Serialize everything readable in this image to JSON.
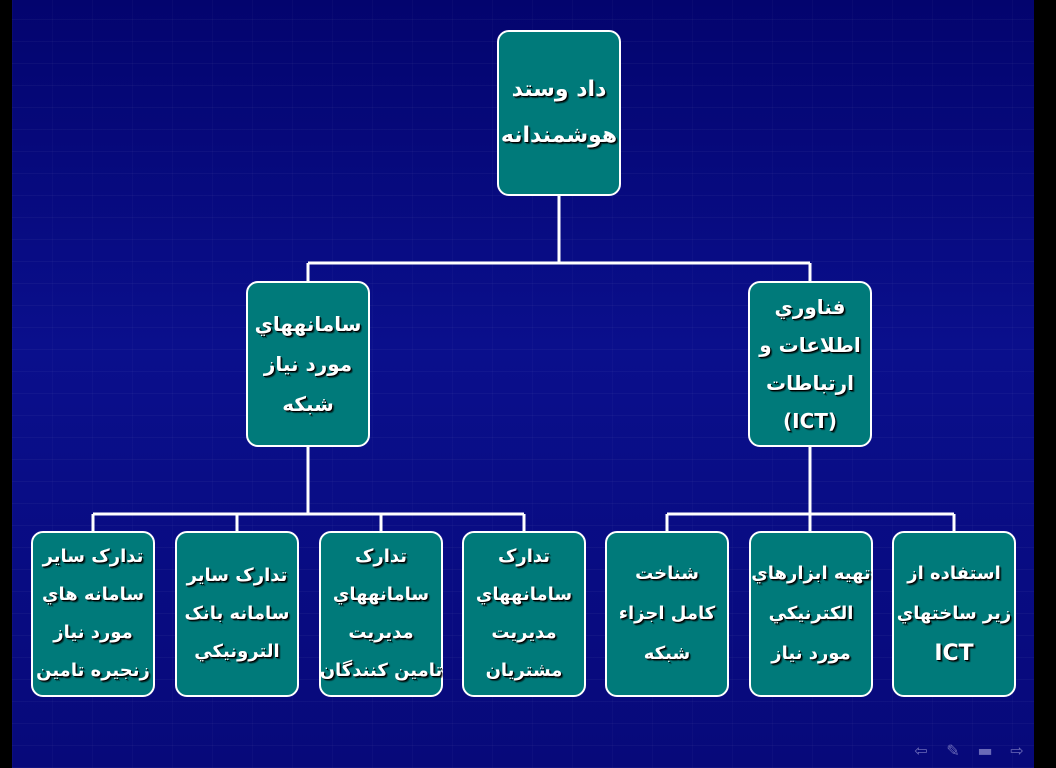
{
  "root": {
    "lines": [
      "داد وستد",
      "هوشمندانه"
    ]
  },
  "branches": [
    {
      "id": "network",
      "lines": [
        "سامانههاي",
        "مورد نياز",
        "شبکه"
      ]
    },
    {
      "id": "ict",
      "lines": [
        "فناوري",
        "اطلاعات و",
        "ارتباطات",
        "(ICT)"
      ]
    }
  ],
  "network_children": [
    {
      "lines": [
        "تدارک ساير",
        "سامانه هاي",
        "مورد نياز",
        "زنجيره تامين"
      ]
    },
    {
      "lines": [
        "تدارک ساير",
        "سامانه بانک",
        "الترونيکي"
      ]
    },
    {
      "lines": [
        "تدارک",
        "سامانههاي",
        "مديريت",
        "تامين کنندگان"
      ]
    },
    {
      "lines": [
        "تدارک",
        "سامانههاي",
        "مديريت",
        "مشتريان"
      ]
    }
  ],
  "ict_children": [
    {
      "lines": [
        "شناخت",
        "کامل اجزاء",
        "شبکه"
      ]
    },
    {
      "lines": [
        "تهيه ابزارهاي",
        "الکترنيکي",
        "مورد نياز"
      ]
    },
    {
      "lines": [
        "استفاده از",
        "زير ساختهاي",
        "ICT"
      ]
    }
  ],
  "nav_icons": [
    "prev-arrow-icon",
    "pen-icon",
    "menu-icon",
    "next-arrow-icon"
  ],
  "colors": {
    "node_fill": "#007a7a",
    "background": "#0a0f8c",
    "line": "#ffffff"
  }
}
